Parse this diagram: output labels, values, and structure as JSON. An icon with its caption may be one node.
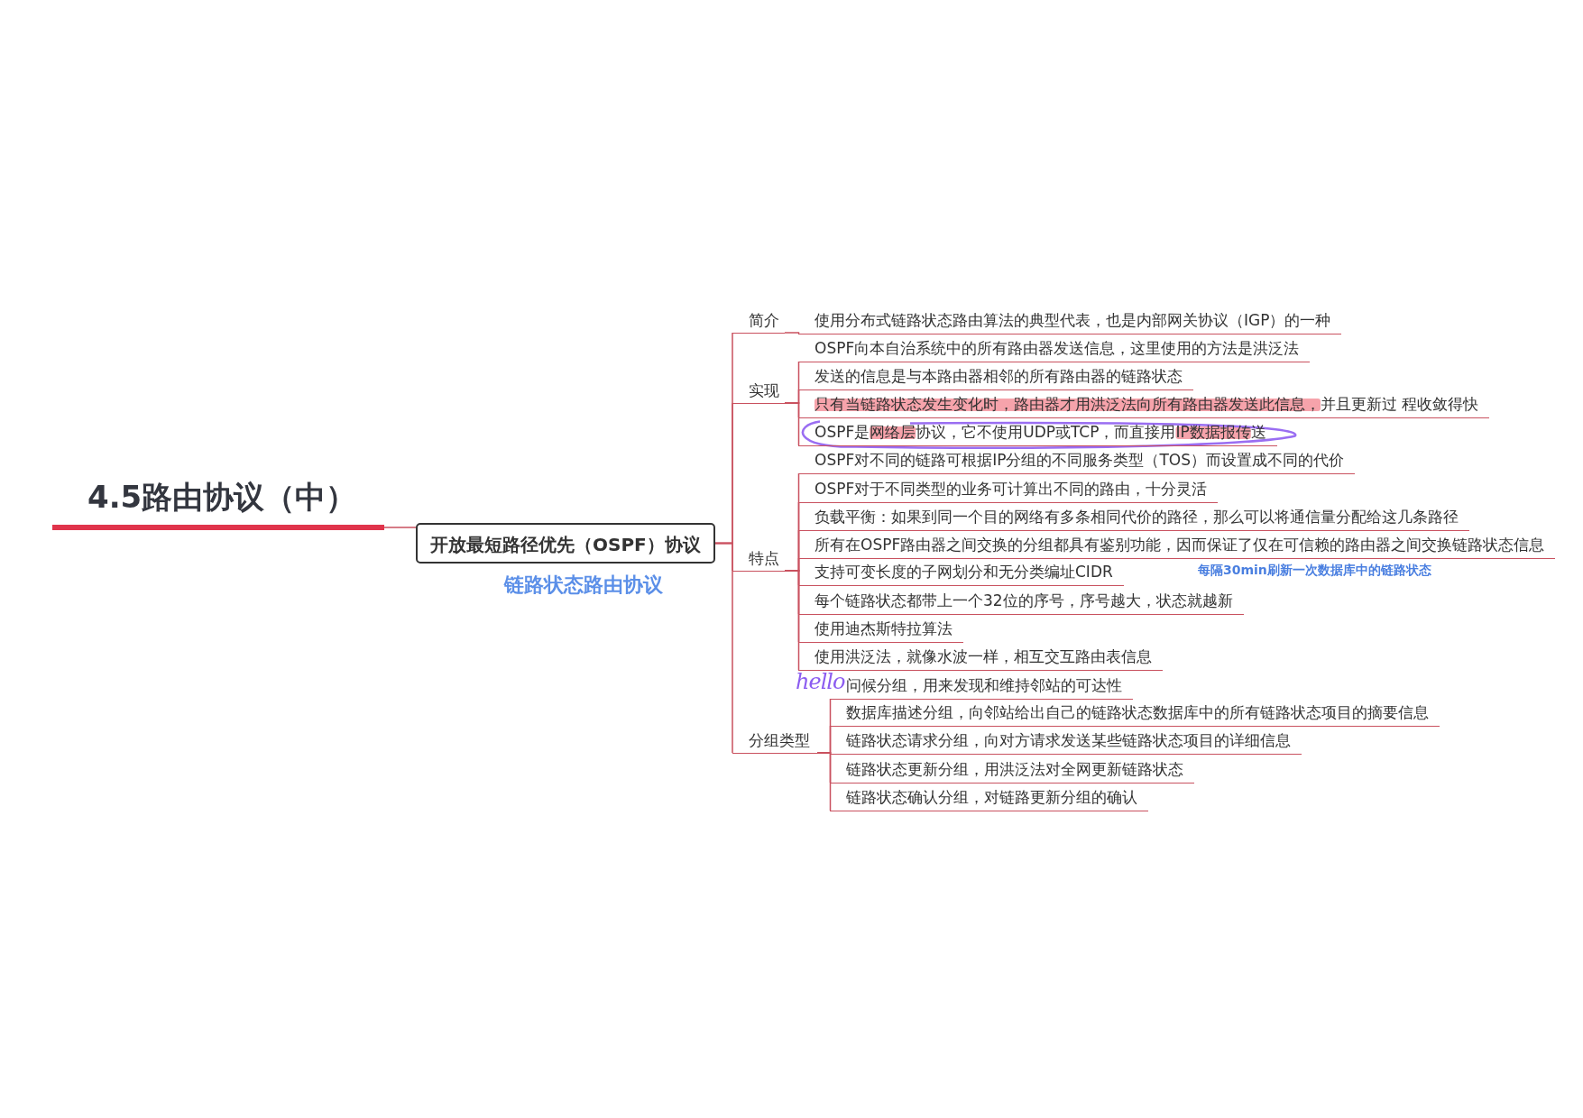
{
  "diagram": {
    "nodes": [
      {
        "text": [
          "4.5路由协议（中）"
        ]
      },
      {
        "text": [
          "开放最短路径优先（OSPF）协议"
        ],
        "beside": [
          "链路状态路由协议"
        ]
      },
      {
        "text": [
          "简介"
        ]
      },
      {
        "text": [
          "使用分布式链路状态路由算法的典型代表，也是内部网关协议（IGP）的一种"
        ]
      },
      {
        "text": [
          "实现"
        ]
      },
      {
        "text": [
          "OSPF向本自治系统中的所有路由器发送信息，这里使用的方法是洪泛法"
        ]
      },
      {
        "text": [
          "发送的信息是与本路由器相邻的所有路由器的链路状态"
        ]
      },
      {
        "text": [
          "只有当链路状态发生变化时，路由器才用洪泛法向所有路由器发送此信息，并且更新过 程收敛得快"
        ]
      },
      {
        "text": [
          "OSPF是网络层协议，它不使用UDP或TCP，而直接用IP数据报传送"
        ]
      },
      {
        "text": [
          "特点"
        ]
      },
      {
        "text": [
          "OSPF对不同的链路可根据IP分组的不同服务类型（TOS）而设置成不同的代价"
        ]
      },
      {
        "text": [
          "OSPF对于不同类型的业务可计算出不同的路由，十分灵活"
        ]
      },
      {
        "text": [
          "负载平衡：如果到同一个目的网络有多条相同代价的路径，那么可以将通信量分配给这几条路径"
        ]
      },
      {
        "text": [
          "所有在OSPF路由器之间交换的分组都具有鉴别功能，因而保证了仅在可信赖的路由器之间交换链路状态信息"
        ]
      },
      {
        "text": [
          "支持可变长度的子网划分和无分类编址CIDR"
        ]
      },
      {
        "text": [
          "每个链路状态都带上一个32位的序号，序号越大，状态就越新"
        ]
      },
      {
        "text": [
          "使用迪杰斯特拉算法"
        ]
      },
      {
        "text": [
          "使用洪泛法，就像水波一样，相互交互路由表信息"
        ]
      },
      {
        "text": [
          "分组类型"
        ]
      },
      {
        "text": [
          "问候分组，用来发现和维持邻站的可达性"
        ]
      },
      {
        "text": [
          "数据库描述分组，向邻站给出自己的链路状态数据库中的所有链路状态项目的摘要信息"
        ]
      },
      {
        "text": [
          "链路状态请求分组，向对方请求发送某些链路状态项目的详细信息"
        ]
      },
      {
        "text": [
          "链路状态更新分组，用洪泛法对全网更新链路状态"
        ]
      },
      {
        "text": [
          "链路状态确认分组，对链路更新分组的确认"
        ]
      }
    ],
    "edges": [
      {
        "from": 0,
        "to": 1,
        "arrow": "none"
      },
      {
        "from": 1,
        "to": 2,
        "arrow": "none"
      },
      {
        "from": 1,
        "to": 4,
        "arrow": "none"
      },
      {
        "from": 1,
        "to": 9,
        "arrow": "none"
      },
      {
        "from": 1,
        "to": 18,
        "arrow": "none"
      },
      {
        "from": 2,
        "to": 3,
        "arrow": "none"
      },
      {
        "from": 4,
        "to": 5,
        "arrow": "none"
      },
      {
        "from": 4,
        "to": 6,
        "arrow": "none"
      },
      {
        "from": 4,
        "to": 7,
        "arrow": "none"
      },
      {
        "from": 4,
        "to": 8,
        "arrow": "none"
      },
      {
        "from": 9,
        "to": 10,
        "arrow": "none"
      },
      {
        "from": 9,
        "to": 11,
        "arrow": "none"
      },
      {
        "from": 9,
        "to": 12,
        "arrow": "none"
      },
      {
        "from": 9,
        "to": 13,
        "arrow": "none"
      },
      {
        "from": 9,
        "to": 14,
        "arrow": "none"
      },
      {
        "from": 9,
        "to": 15,
        "arrow": "none"
      },
      {
        "from": 9,
        "to": 16,
        "arrow": "none"
      },
      {
        "from": 9,
        "to": 17,
        "arrow": "none"
      },
      {
        "from": 18,
        "to": 19,
        "arrow": "none"
      },
      {
        "from": 18,
        "to": 20,
        "arrow": "none"
      },
      {
        "from": 18,
        "to": 21,
        "arrow": "none"
      },
      {
        "from": 18,
        "to": 22,
        "arrow": "none"
      },
      {
        "from": 18,
        "to": 23,
        "arrow": "none"
      }
    ],
    "labels": [
      "hello",
      "每隔30min刷新一次数据库中的链路状态"
    ]
  }
}
